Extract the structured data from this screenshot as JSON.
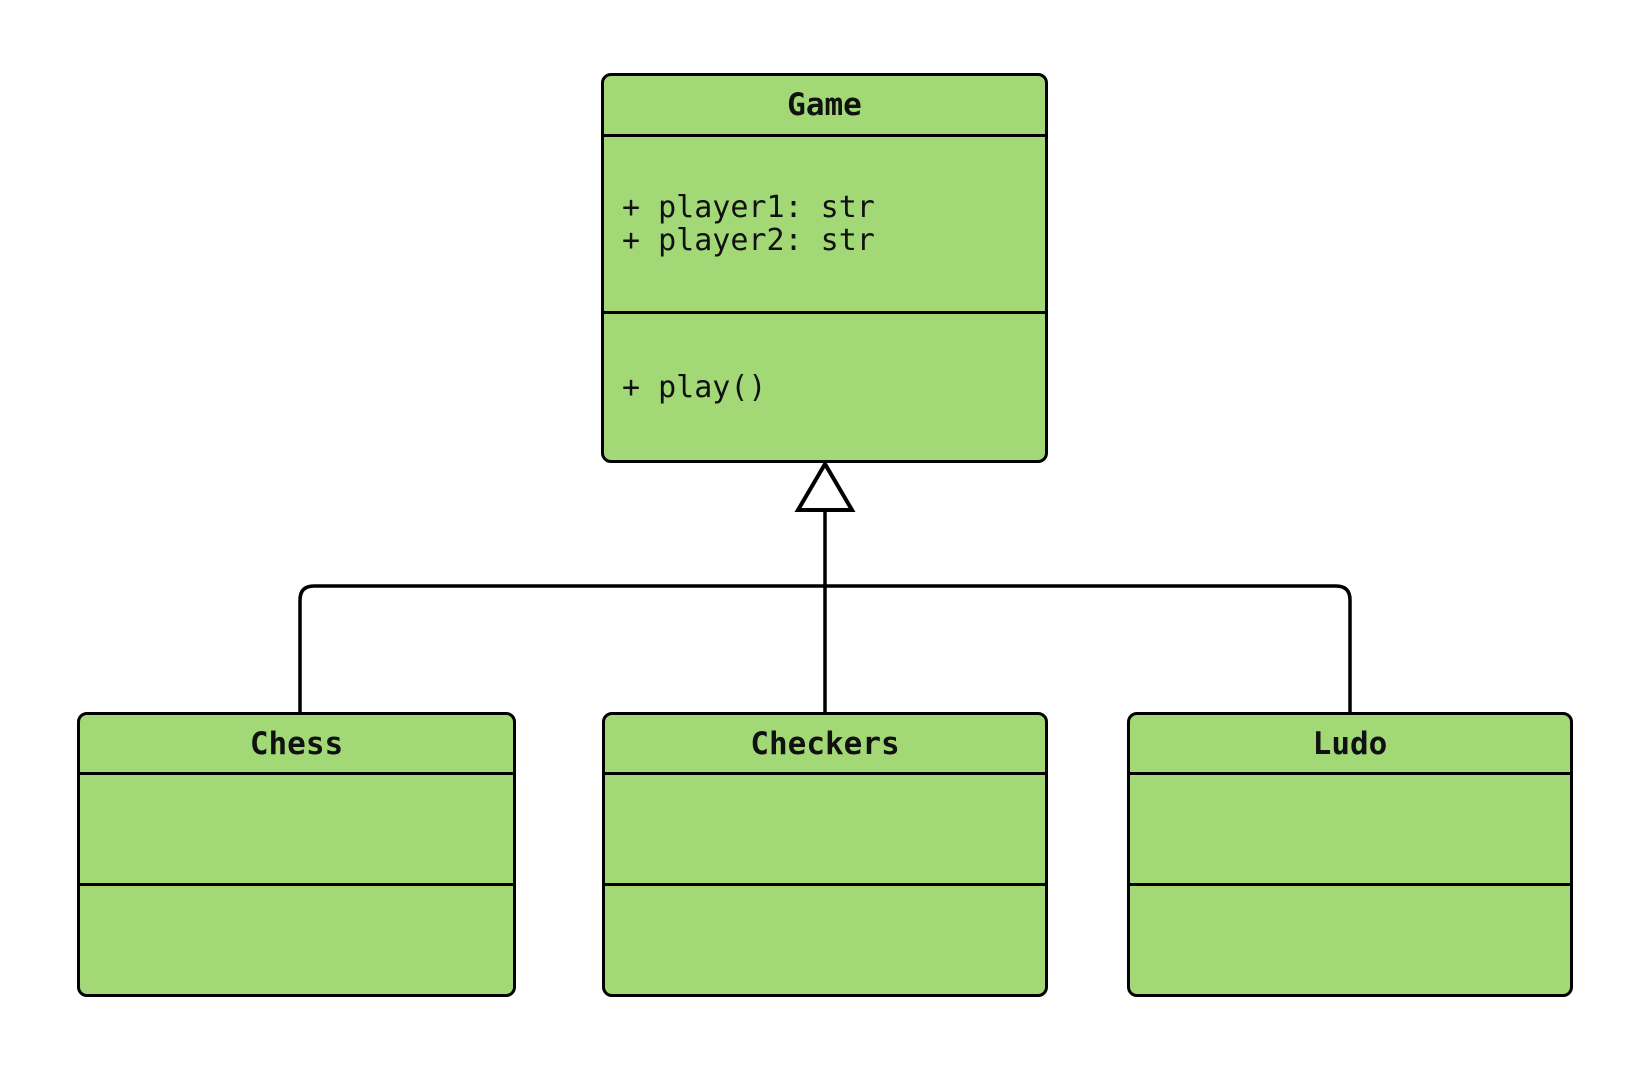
{
  "diagram_type": "uml-class-diagram",
  "classes": [
    {
      "name": "Game",
      "attributes": [
        "+ player1: str",
        "+ player2: str"
      ],
      "methods": [
        "+ play()"
      ]
    },
    {
      "name": "Chess",
      "attributes": [],
      "methods": []
    },
    {
      "name": "Checkers",
      "attributes": [],
      "methods": []
    },
    {
      "name": "Ludo",
      "attributes": [],
      "methods": []
    }
  ],
  "relations": [
    {
      "from": "Chess",
      "to": "Game",
      "type": "inheritance"
    },
    {
      "from": "Checkers",
      "to": "Game",
      "type": "inheritance"
    },
    {
      "from": "Ludo",
      "to": "Game",
      "type": "inheritance"
    }
  ],
  "colors": {
    "class_fill": "#a2d876",
    "class_border": "#000000",
    "canvas_background": "#ffffff"
  }
}
